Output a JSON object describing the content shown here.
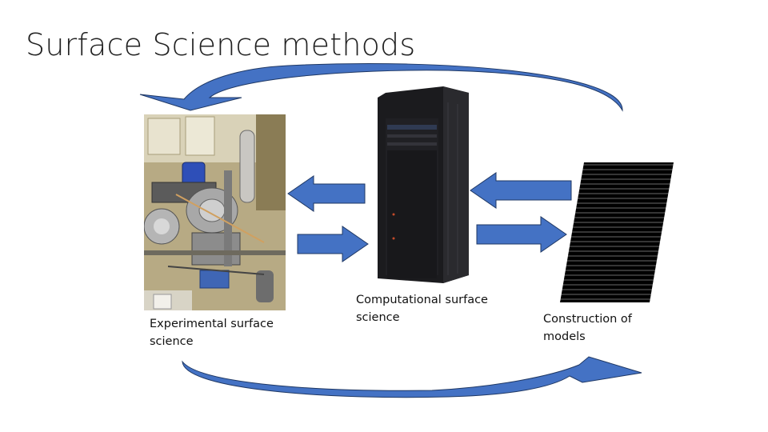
{
  "slide": {
    "title": "Surface Science methods",
    "captions": {
      "experimental": [
        "Experimental surface",
        "science"
      ],
      "computational": [
        "Computational surface",
        "science"
      ],
      "models": [
        "Construction of",
        "models"
      ]
    }
  },
  "colors": {
    "arrow_fill": "#4472c4",
    "arrow_stroke": "#1f3864",
    "server_body": "#1b1b1e",
    "lab_background": "#c6b98f"
  }
}
